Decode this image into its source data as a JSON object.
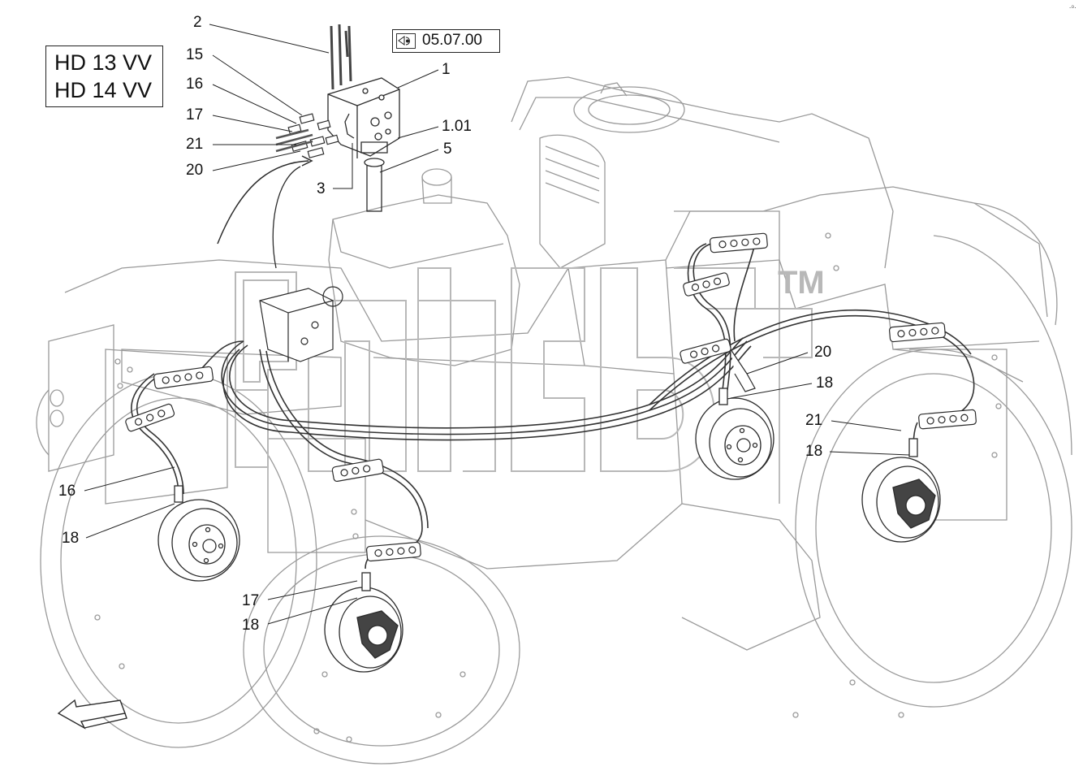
{
  "models": [
    "HD 13 VV",
    "HD 14 VV"
  ],
  "reference": "05.07.00",
  "callouts": {
    "c2": "2",
    "c15": "15",
    "c16a": "16",
    "c17a": "17",
    "c21a": "21",
    "c20a": "20",
    "c3": "3",
    "c1": "1",
    "c101": "1.01",
    "c5": "5",
    "c20b": "20",
    "c18a": "18",
    "c21b": "21",
    "c18b": "18",
    "c16b": "16",
    "c18c": "18",
    "c17b": "17",
    "c18d": "18"
  },
  "watermark": "TM",
  "corner_mark": "·ᵒ·",
  "icons": {
    "reference": "view-reference-icon",
    "direction": "direction-arrow-icon"
  },
  "colors": {
    "line": "#3a3a3a",
    "faint": "#8a8a8a",
    "watermark": "#b8b8b8"
  }
}
